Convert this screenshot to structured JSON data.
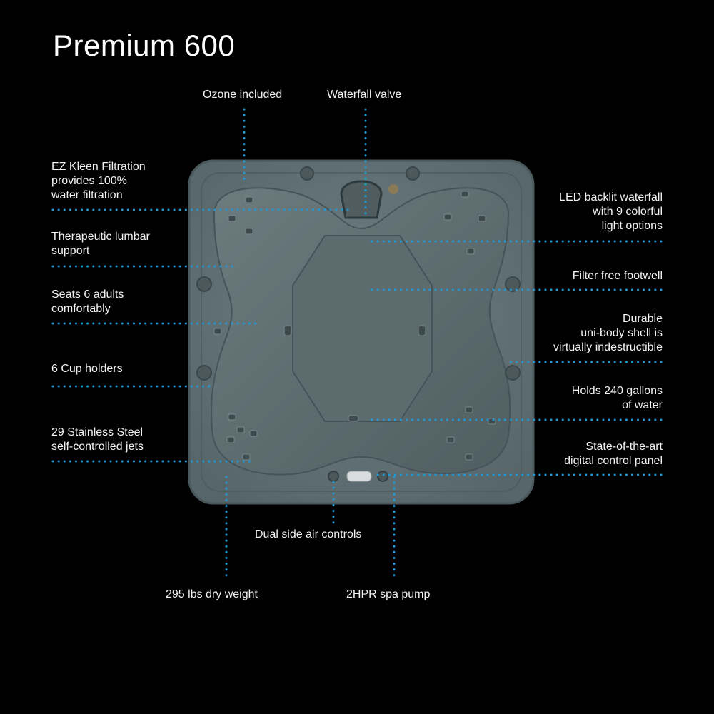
{
  "title": "Premium 600",
  "accent_color": "#1e9bd7",
  "shell_color": "#5f6e70",
  "callouts_left": [
    {
      "id": "ez-kleen-filtration",
      "text": "EZ Kleen Filtration\nprovides 100%\nwater filtration"
    },
    {
      "id": "therapeutic-lumbar-support",
      "text": "Therapeutic lumbar\nsupport"
    },
    {
      "id": "seats-6-adults",
      "text": "Seats 6 adults\ncomfortably"
    },
    {
      "id": "cup-holders",
      "text": "6 Cup holders"
    },
    {
      "id": "stainless-steel-jets",
      "text": "29 Stainless Steel\nself-controlled jets"
    }
  ],
  "callouts_right": [
    {
      "id": "led-backlit-waterfall",
      "text": "LED backlit waterfall\nwith 9 colorful\nlight options"
    },
    {
      "id": "filter-free-footwell",
      "text": "Filter free footwell"
    },
    {
      "id": "uni-body-shell",
      "text": "Durable\nuni-body shell is\nvirtually indestructible"
    },
    {
      "id": "holds-240-gallons",
      "text": "Holds 240 gallons\nof water"
    },
    {
      "id": "digital-control-panel",
      "text": "State-of-the-art\ndigital control panel"
    }
  ],
  "callouts_top": [
    {
      "id": "ozone-included",
      "text": "Ozone included"
    },
    {
      "id": "waterfall-valve",
      "text": "Waterfall valve"
    }
  ],
  "callouts_bottom": [
    {
      "id": "dual-side-air-controls",
      "text": "Dual side air controls"
    },
    {
      "id": "dry-weight",
      "text": "295 lbs dry weight"
    },
    {
      "id": "spa-pump",
      "text": "2HPR spa pump"
    }
  ]
}
